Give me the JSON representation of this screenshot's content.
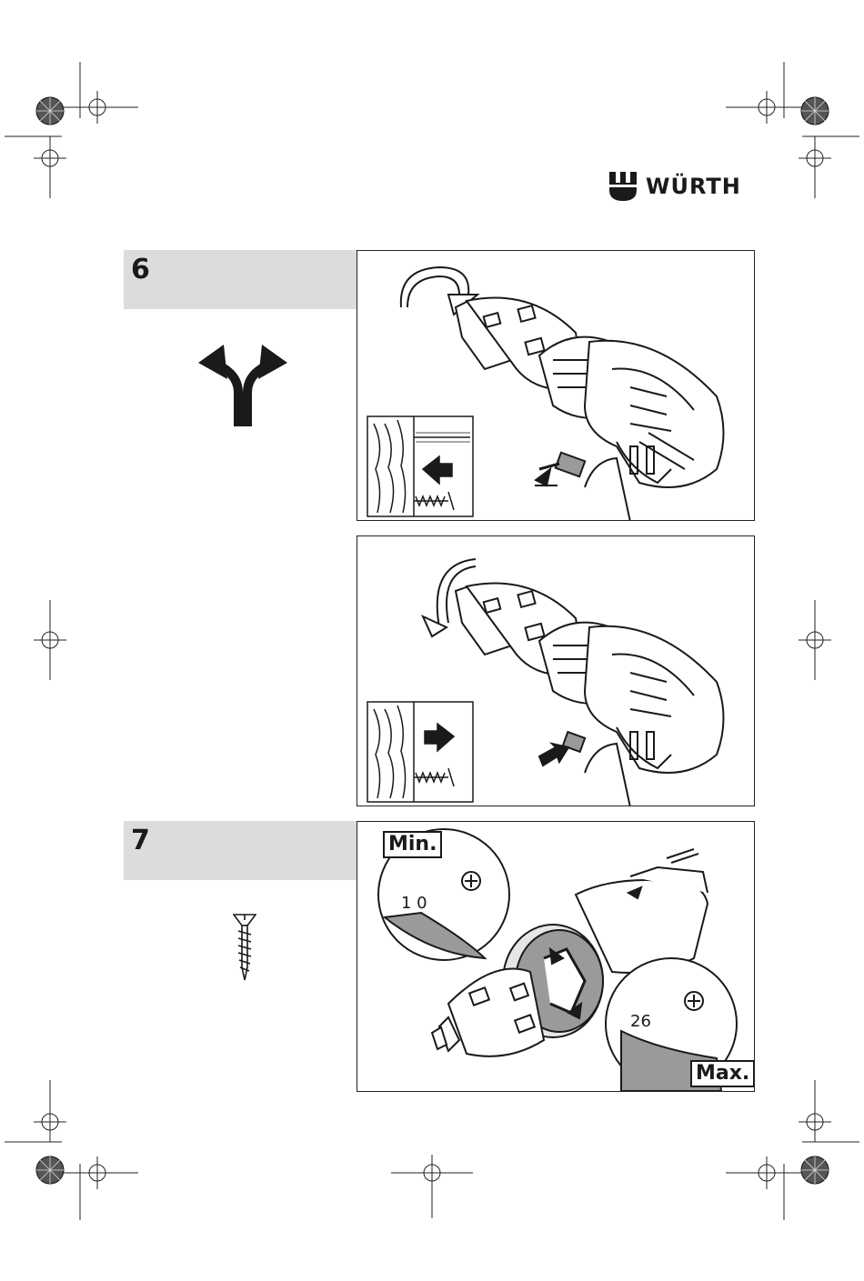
{
  "brand": {
    "logo_text": "WÜRTH",
    "logo_color": "#1a1a1a"
  },
  "steps": [
    {
      "number": "6",
      "icon": "forward-reverse-arrow-icon"
    },
    {
      "number": "7",
      "icon": "screw-icon"
    }
  ],
  "panels": {
    "torque": {
      "min_label": "Min.",
      "max_label": "Max."
    }
  },
  "colors": {
    "band": "#dcdcdc",
    "ink": "#1a1a1a",
    "shade": "#9a9a9a"
  }
}
